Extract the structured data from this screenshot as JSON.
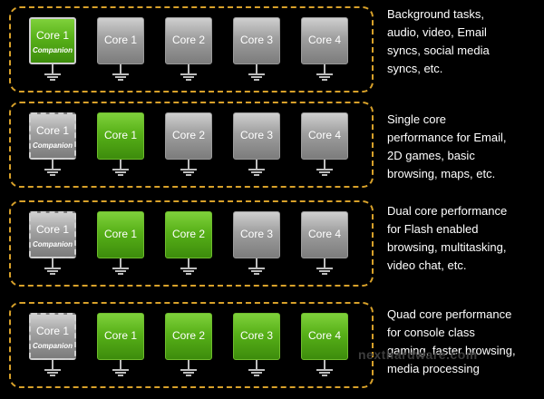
{
  "rows": [
    {
      "chips": [
        {
          "label": "Core 1",
          "sub": "Companion",
          "active": true
        },
        {
          "label": "Core 1",
          "active": false
        },
        {
          "label": "Core 2",
          "active": false
        },
        {
          "label": "Core 3",
          "active": false
        },
        {
          "label": "Core 4",
          "active": false
        }
      ],
      "description": "Background tasks,\naudio, video, Email\nsyncs, social media\nsyncs, etc."
    },
    {
      "chips": [
        {
          "label": "Core 1",
          "sub": "Companion",
          "active": false
        },
        {
          "label": "Core 1",
          "active": true
        },
        {
          "label": "Core 2",
          "active": false
        },
        {
          "label": "Core 3",
          "active": false
        },
        {
          "label": "Core 4",
          "active": false
        }
      ],
      "description": "Single core\nperformance for Email,\n2D games, basic\nbrowsing, maps, etc."
    },
    {
      "chips": [
        {
          "label": "Core 1",
          "sub": "Companion",
          "active": false
        },
        {
          "label": "Core 1",
          "active": true
        },
        {
          "label": "Core 2",
          "active": true
        },
        {
          "label": "Core 3",
          "active": false
        },
        {
          "label": "Core 4",
          "active": false
        }
      ],
      "description": "Dual core performance\nfor Flash enabled\nbrowsing, multitasking,\nvideo chat, etc."
    },
    {
      "chips": [
        {
          "label": "Core 1",
          "sub": "Companion",
          "active": false
        },
        {
          "label": "Core 1",
          "active": true
        },
        {
          "label": "Core 2",
          "active": true
        },
        {
          "label": "Core 3",
          "active": true
        },
        {
          "label": "Core 4",
          "active": true
        }
      ],
      "description": "Quad core performance\nfor console class\ngaming, faster browsing,\nmedia processing"
    }
  ],
  "watermark": "nexthardware.com",
  "colors": {
    "background": "#000000",
    "active": "#57b018",
    "inactive": "#9e9e9e",
    "border": "#d8a12a"
  }
}
